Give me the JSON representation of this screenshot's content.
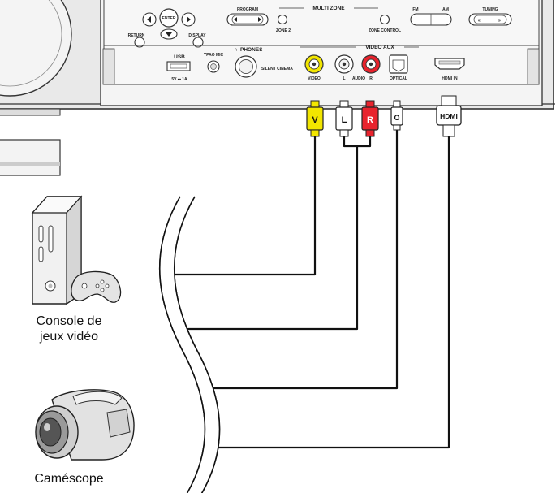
{
  "panel": {
    "return_label": "RETURN",
    "display_label": "DISPLAY",
    "enter_label": "ENTER",
    "program_label": "PROGRAM",
    "multi_zone_label": "MULTI ZONE",
    "zone2_label": "ZONE 2",
    "zone_control_label": "ZONE CONTROL",
    "fm_label": "FM",
    "am_label": "AM",
    "tuning_label": "TUNING",
    "usb_label": "USB",
    "usb_power_label": "5V ⎓ 1A",
    "ypao_label": "YPAO MIC",
    "phones_label": "PHONES",
    "silent_cinema_label": "SILENT CINEMA",
    "video_aux_label": "VIDEO AUX",
    "video_label": "VIDEO",
    "l_label": "L",
    "audio_label": "AUDIO",
    "r_label": "R",
    "optical_label": "OPTICAL",
    "hdmi_in_label": "HDMI IN"
  },
  "plugs": {
    "video": "V",
    "left": "L",
    "right": "R",
    "optical": "O",
    "hdmi": "HDMI"
  },
  "devices": {
    "console_line1": "Console de",
    "console_line2": "jeux vidéo",
    "camcorder": "Caméscope"
  },
  "colors": {
    "video_plug": "#f2e600",
    "right_plug": "#e8232d",
    "left_plug": "#ffffff",
    "panel_face": "#efefef",
    "cable": "#111111"
  }
}
